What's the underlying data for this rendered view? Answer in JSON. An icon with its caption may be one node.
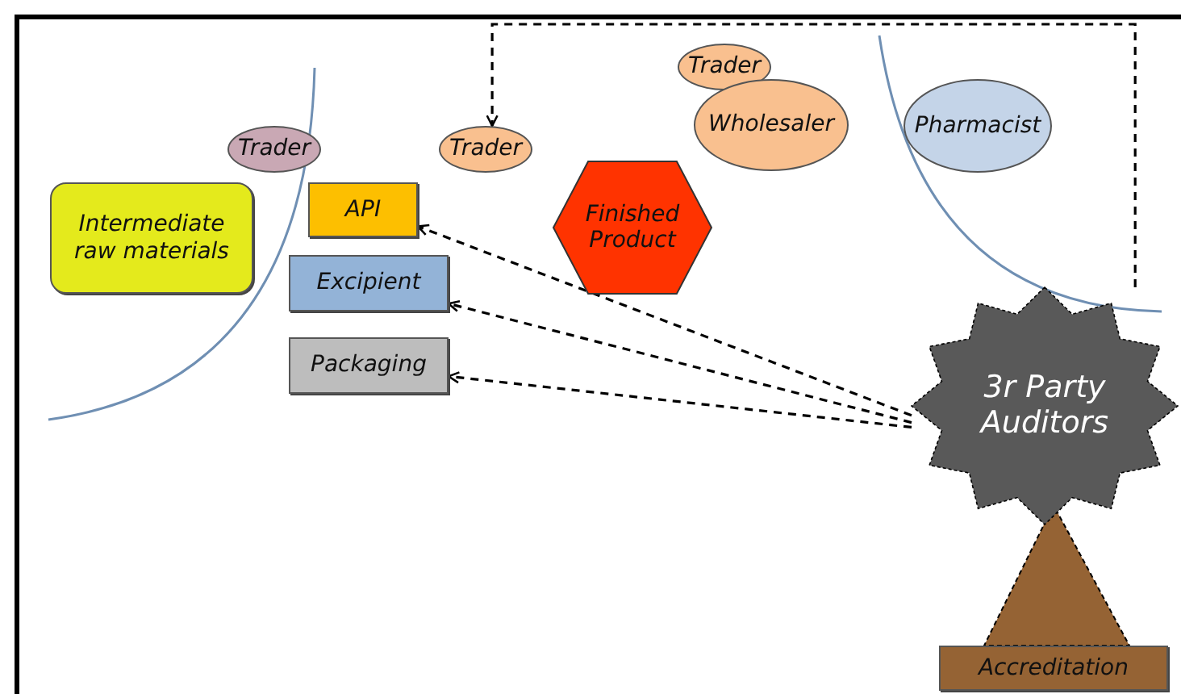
{
  "diagram": {
    "nodes": [
      {
        "text": [
          "Trader"
        ]
      },
      {
        "text": [
          "Trader"
        ]
      },
      {
        "text": [
          "Trader"
        ]
      },
      {
        "text": [
          "Wholesaler"
        ]
      },
      {
        "text": [
          "Pharmacist"
        ]
      },
      {
        "text": [
          "Intermediate raw materials"
        ]
      },
      {
        "text": [
          "API"
        ]
      },
      {
        "text": [
          "Finished Product"
        ]
      },
      {
        "text": [
          "Excipient"
        ]
      },
      {
        "text": [
          "Packaging"
        ]
      },
      {
        "text": [
          "3r Party Auditors"
        ]
      },
      {
        "text": [
          "Accreditation"
        ]
      }
    ],
    "edges": [
      {
        "from": 10,
        "to": 1,
        "arrow": "to",
        "style": "dashed"
      },
      {
        "from": 10,
        "to": 6,
        "arrow": "to",
        "style": "dashed"
      },
      {
        "from": 10,
        "to": 8,
        "arrow": "to",
        "style": "dashed"
      },
      {
        "from": 10,
        "to": 9,
        "arrow": "to",
        "style": "dashed"
      }
    ]
  }
}
